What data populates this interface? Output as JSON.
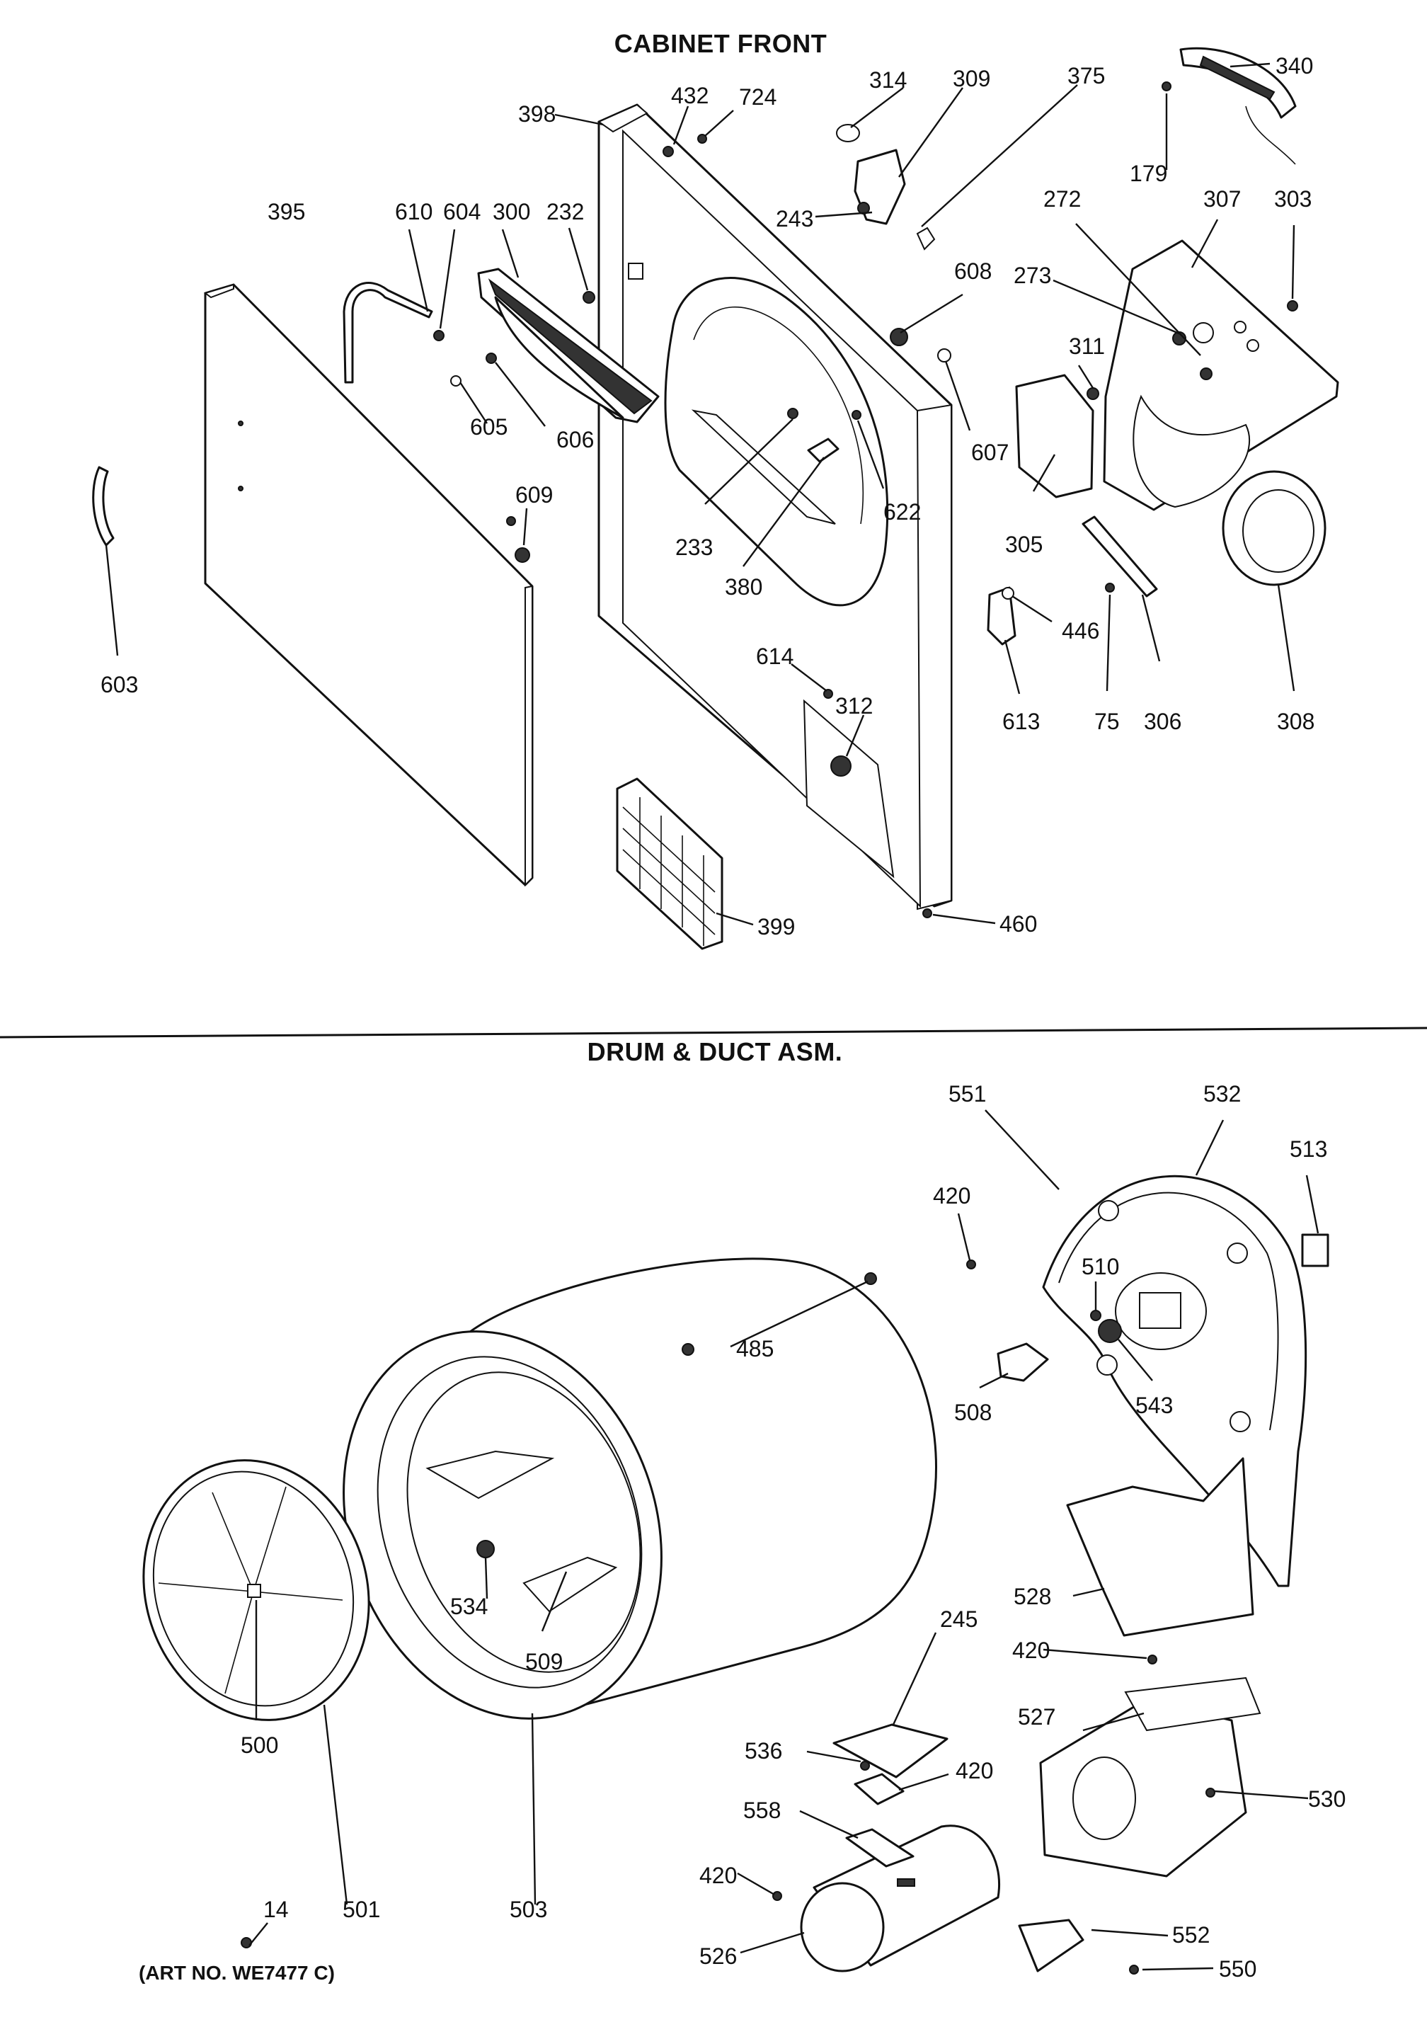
{
  "sections": {
    "cabinet_front": {
      "title": "CABINET FRONT"
    },
    "drum_duct": {
      "title": "DRUM & DUCT ASM."
    }
  },
  "art_number": "(ART NO. WE7477 C)",
  "callouts": {
    "cabinet_front": [
      "340",
      "314",
      "309",
      "375",
      "432",
      "724",
      "398",
      "179",
      "303",
      "307",
      "272",
      "395",
      "610",
      "604",
      "300",
      "232",
      "243",
      "608",
      "273",
      "311",
      "605",
      "606",
      "607",
      "622",
      "233",
      "380",
      "305",
      "609",
      "446",
      "306",
      "308",
      "603",
      "614",
      "613",
      "75",
      "312",
      "399",
      "460"
    ],
    "drum_duct": [
      "551",
      "532",
      "513",
      "420",
      "510",
      "485",
      "543",
      "508",
      "528",
      "534",
      "509",
      "245",
      "420",
      "527",
      "500",
      "536",
      "530",
      "420",
      "558",
      "420",
      "14",
      "501",
      "503",
      "526",
      "552",
      "550"
    ]
  }
}
